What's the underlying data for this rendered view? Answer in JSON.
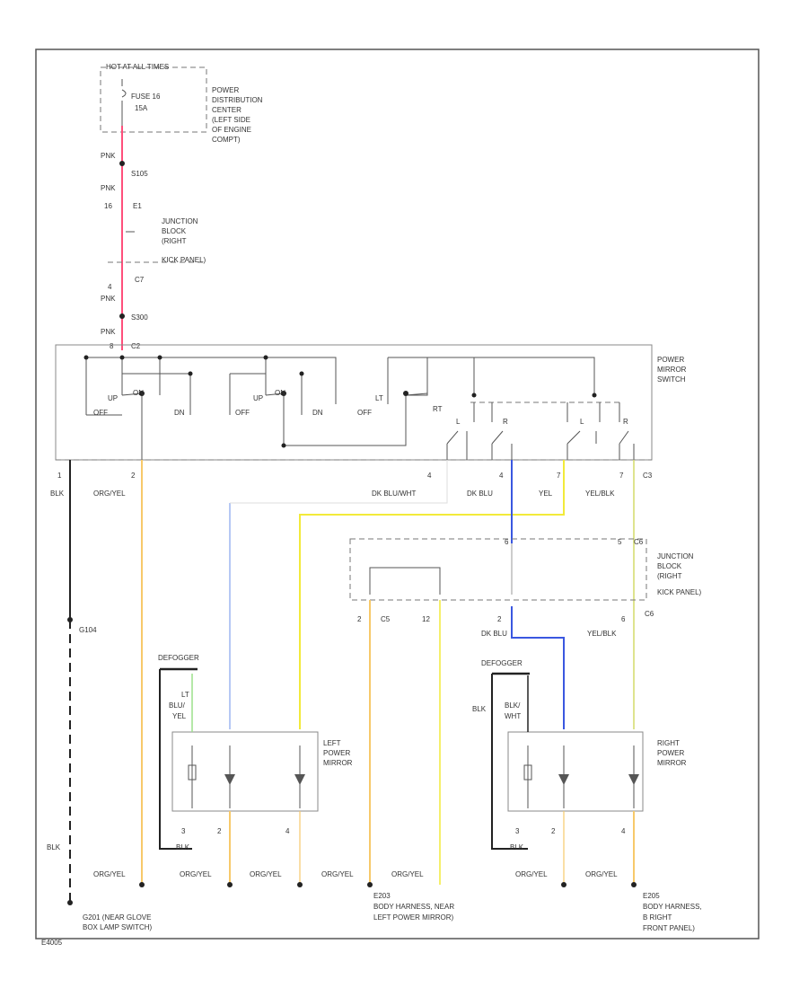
{
  "colors": {
    "pink": "#ff4f7b",
    "black": "#222222",
    "orange_yellow": "#f7c96a",
    "yellow": "#f2ea3a",
    "light_blue": "#9db6f0",
    "dark_blue": "#3a57e0",
    "light_green": "#9be08a",
    "yellow_black": "#d4dc6a"
  },
  "fuse_block": {
    "header": "HOT AT ALL TIMES",
    "fuse": "FUSE 16",
    "amps": "15A",
    "location": [
      "POWER",
      "DISTRIBUTION",
      "CENTER",
      "(LEFT SIDE",
      "OF ENGINE",
      "COMPT)"
    ]
  },
  "power_feed": {
    "wire_top": "PNK",
    "splice_1": "S105",
    "wire_mid": "PNK",
    "pin_16": "16",
    "connector_e1": "E1",
    "junction_block": [
      "JUNCTION",
      "BLOCK",
      "(RIGHT",
      "KICK PANEL)"
    ],
    "pin_4": "4",
    "connector_c7": "C7",
    "wire_low": "PNK",
    "splice_2": "S300",
    "wire_bottom": "PNK",
    "pin_switch": "8",
    "connector_c2": "C2"
  },
  "mirror_switch": {
    "name": [
      "POWER",
      "MIRROR",
      "SWITCH"
    ],
    "contacts": [
      "OFF",
      "UP",
      "ON",
      "DN",
      "OFF",
      "UP",
      "ON",
      "DN",
      "OFF",
      "LT",
      "RT",
      "L",
      "R",
      "L",
      "R"
    ],
    "connector": "C3"
  },
  "switch_pins": [
    {
      "pin": "1",
      "wire": "BLK"
    },
    {
      "pin": "2",
      "wire": "ORG/YEL"
    },
    {
      "pin": "4",
      "wire": "DK BLU/WHT"
    },
    {
      "pin": "4",
      "wire": "DK BLU"
    },
    {
      "pin": "7",
      "wire": "YEL"
    },
    {
      "pin": "7",
      "wire": "YEL/BLK"
    }
  ],
  "ground_left": {
    "splice": "G104",
    "wire": "BLK",
    "location": [
      "G201 (NEAR GLOVE",
      "BOX LAMP SWITCH)"
    ]
  },
  "junction_lower": {
    "pins_top": [
      "6",
      "5"
    ],
    "connector_top": "C6",
    "name": [
      "JUNCTION",
      "BLOCK",
      "(RIGHT",
      "KICK PANEL)"
    ],
    "pins_bottom": [
      "2",
      "C5",
      "12",
      "2",
      "6"
    ],
    "connector_bottom": "C6",
    "wire_dkblu": "DK BLU",
    "wire_yelblk": "YEL/BLK"
  },
  "left_mirror": {
    "defogger": "DEFOGGER",
    "defog_wire": [
      "LT",
      "BLU/",
      "YEL"
    ],
    "name": [
      "LEFT",
      "POWER",
      "MIRROR"
    ],
    "pins": [
      "3",
      "2",
      "4"
    ],
    "ground_wire": "BLK"
  },
  "right_mirror": {
    "defogger": "DEFOGGER",
    "defog_wire": [
      "BLK/",
      "WHT"
    ],
    "blk_label": "BLK",
    "name": [
      "RIGHT",
      "POWER",
      "MIRROR"
    ],
    "pins": [
      "3",
      "2",
      "4"
    ],
    "ground_wire": "BLK"
  },
  "bottom": {
    "wire_labels": [
      "ORG/YEL",
      "ORG/YEL",
      "ORG/YEL",
      "ORG/YEL",
      "ORG/YEL",
      "ORG/YEL",
      "ORG/YEL"
    ],
    "g203": [
      "E203",
      "BODY HARNESS, NEAR",
      "LEFT POWER MIRROR)"
    ],
    "g205": [
      "E205",
      "BODY HARNESS,",
      "B RIGHT",
      "FRONT PANEL)"
    ]
  },
  "corner_tag": "E4005"
}
